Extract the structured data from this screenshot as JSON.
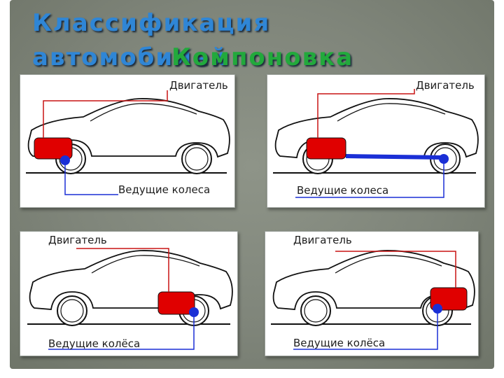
{
  "slide": {
    "title_line1": "Классификация",
    "title_line2": "автомобилей",
    "title_overlay": "Компоновка"
  },
  "colors": {
    "title": "#2f86d6",
    "overlay": "#22a93c",
    "engine": "#e00000",
    "drive": "#1a2fd6",
    "car_outline": "#111111"
  },
  "panels": [
    {
      "id": "front-engine-front-drive",
      "engine_label": "Двигатель",
      "wheels_label": "Ведущие колеса"
    },
    {
      "id": "front-engine-rear-drive",
      "engine_label": "Двигатель",
      "wheels_label": "Ведущие колеса"
    },
    {
      "id": "mid-engine-rear-drive",
      "engine_label": "Двигатель",
      "wheels_label": "Ведущие колёса"
    },
    {
      "id": "rear-engine-rear-drive",
      "engine_label": "Двигатель",
      "wheels_label": "Ведущие колёса"
    }
  ]
}
